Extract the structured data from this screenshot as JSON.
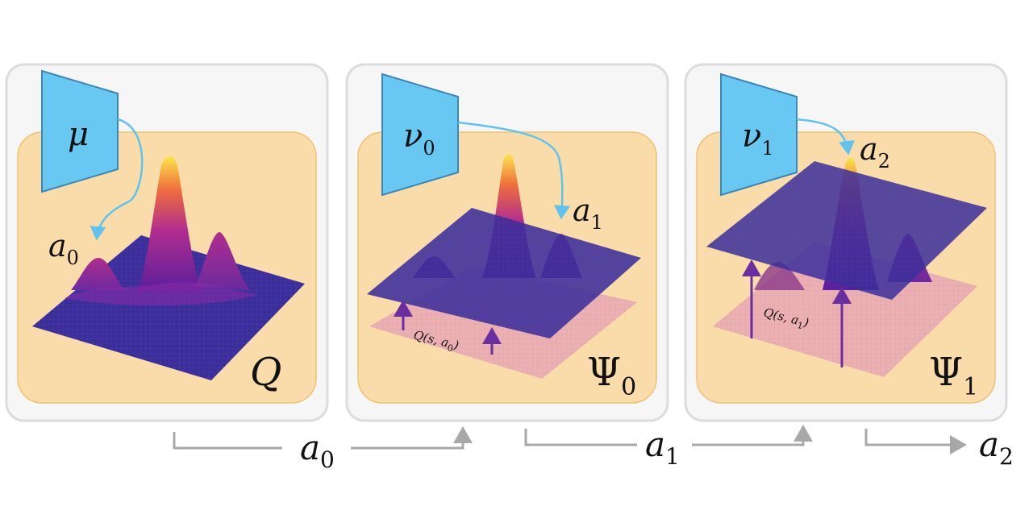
{
  "panels": [
    {
      "network_label": "μ",
      "network_sub": "",
      "action_label": "a",
      "action_sub": "0",
      "corner_label": "Q",
      "corner_sub": "",
      "q_label": "",
      "colors": {
        "frame": "#f6f6f7",
        "frame_border": "#dcdcdc",
        "inner": "#fadcaa",
        "inner_border": "#f0c070",
        "network": "#69c8f2"
      }
    },
    {
      "network_label": "ν",
      "network_sub": "0",
      "action_label": "a",
      "action_sub": "1",
      "corner_label": "Ψ",
      "corner_sub": "0",
      "q_label": "Q(s, a",
      "q_label_sub": "0",
      "q_label_end": ")"
    },
    {
      "network_label": "ν",
      "network_sub": "1",
      "action_label": "a",
      "action_sub": "2",
      "corner_label": "Ψ",
      "corner_sub": "1",
      "q_label": "Q(s, a",
      "q_label_sub": "1",
      "q_label_end": ")"
    }
  ],
  "flow": [
    {
      "label": "a",
      "sub": "0"
    },
    {
      "label": "a",
      "sub": "1"
    },
    {
      "label": "a",
      "sub": "2"
    }
  ],
  "palette": {
    "surface_low": "#2e1a80",
    "surface_mid": "#8e2aa8",
    "surface_peak": "#f8e84a",
    "plane": "#3b2e9a",
    "pink_plane": "#e8a8b4",
    "arrow": "#6a2ea0",
    "flow_arrow": "#a8a8a8",
    "network_arrow": "#5ec3ee"
  }
}
